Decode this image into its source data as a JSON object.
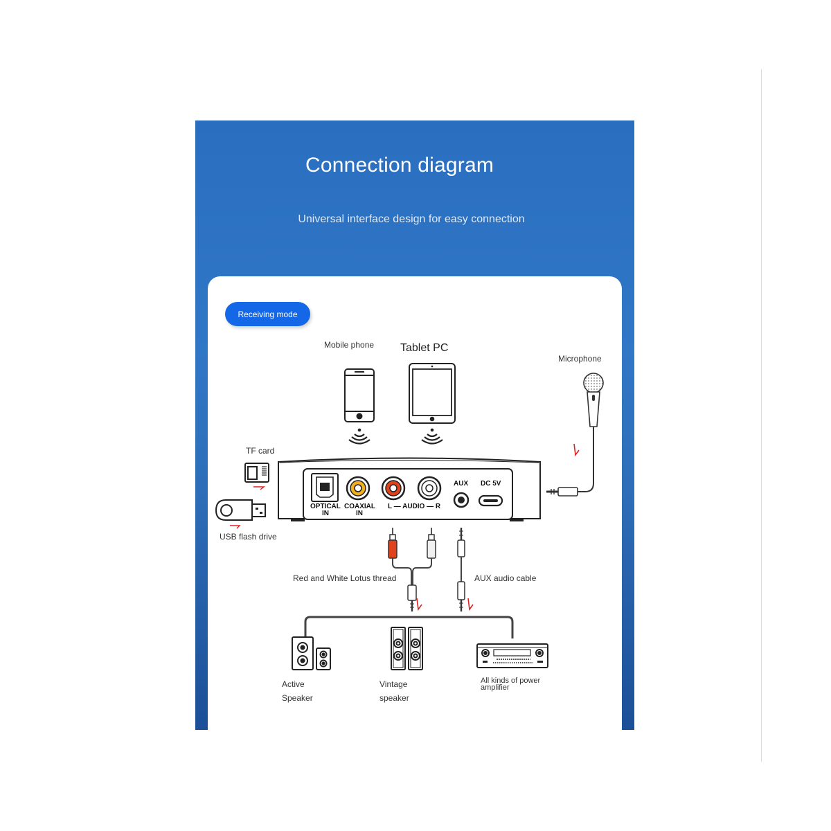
{
  "header": {
    "title": "Connection diagram",
    "subtitle": "Universal interface design for easy connection"
  },
  "mode_button": {
    "label": "Receiving mode"
  },
  "devices": {
    "mobile_phone": "Mobile phone",
    "tablet_pc": "Tablet PC",
    "microphone": "Microphone",
    "tf_card": "TF card",
    "usb_flash_drive": "USB flash drive"
  },
  "ports": {
    "optical_line1": "OPTICAL",
    "optical_line2": "IN",
    "coaxial_line1": "COAXIAL",
    "coaxial_line2": "IN",
    "audio": "L — AUDIO — R",
    "aux": "AUX",
    "dc": "DC 5V"
  },
  "cables": {
    "rca": "Red and White Lotus thread",
    "aux": "AUX audio cable"
  },
  "outputs": {
    "active_speaker_line1": "Active",
    "active_speaker_line2": "Speaker",
    "vintage_speaker_line1": "Vintage",
    "vintage_speaker_line2": "speaker",
    "amplifier_line1": "All kinds of power",
    "amplifier_line2": "amplifier"
  },
  "colors": {
    "banner": "#2a6ec0",
    "button": "#1467e6",
    "arrow": "#e02020",
    "rca_red": "#e0431c",
    "rca_white": "#f0f0f0",
    "coaxial": "#f2b01e"
  }
}
